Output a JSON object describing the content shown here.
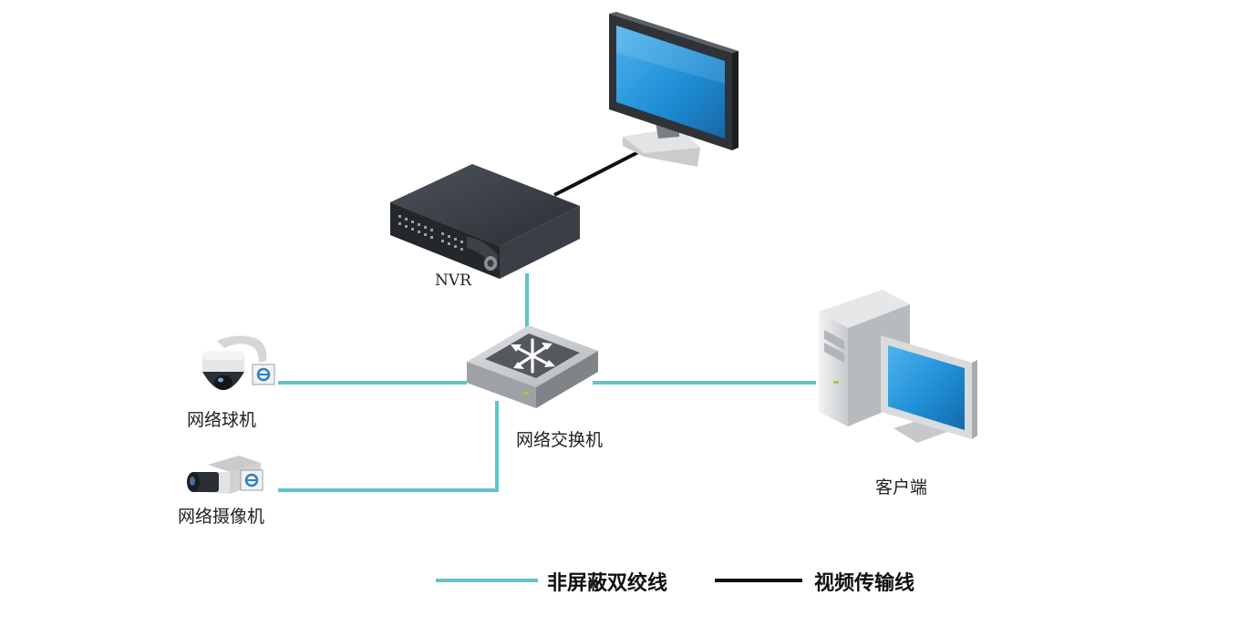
{
  "labels": {
    "nvr": "NVR",
    "ptz_camera": "网络球机",
    "network_camera": "网络摄像机",
    "switch": "网络交换机",
    "client": "客户端"
  },
  "legend": {
    "utp": "非屏蔽双绞线",
    "video": "视频传输线"
  },
  "colors": {
    "utp_line": "#5ec6c9",
    "video_line": "#111111",
    "screen_blue": "#1f8fd6",
    "device_dark": "#3a3f45",
    "device_grey": "#c9cbcd"
  },
  "icons": [
    "monitor-icon",
    "nvr-icon",
    "network-switch-icon",
    "ptz-dome-camera-icon",
    "box-camera-icon",
    "ie-browser-icon",
    "desktop-computer-icon"
  ]
}
